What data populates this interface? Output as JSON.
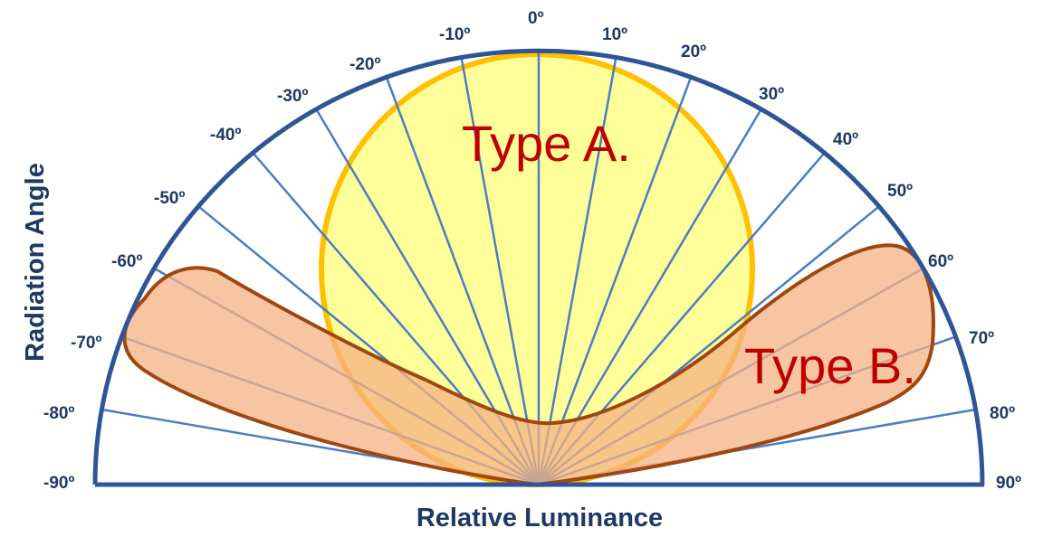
{
  "labels": {
    "left": [
      "-90º",
      "-80º",
      "-70º",
      "-60º",
      "-50º",
      "-40º",
      "-30º",
      "-20º",
      "-10º"
    ],
    "zero": "0º",
    "right": [
      "10º",
      "20º",
      "30º",
      "40º",
      "50º",
      "60º",
      "70º",
      "80º",
      "90º"
    ]
  },
  "angles": [
    -90,
    -80,
    -70,
    -60,
    -50,
    -40,
    -30,
    -20,
    -10,
    0,
    10,
    20,
    30,
    40,
    50,
    60,
    70,
    80,
    90
  ],
  "y_axis_title": "Radiation Angle",
  "x_axis_title": "Relative Luminance",
  "type_a_label": "Type A.",
  "type_b_label": "Type B.",
  "colors": {
    "outline": "#2F5597",
    "ray": "#4A7EC2",
    "text": "#1F3864",
    "type_a_fill": "#FFFF99",
    "type_a_stroke": "#FFC000",
    "type_b_fill": "#F4B183",
    "type_b_stroke": "#A0460F",
    "type_label": "#C00000"
  }
}
